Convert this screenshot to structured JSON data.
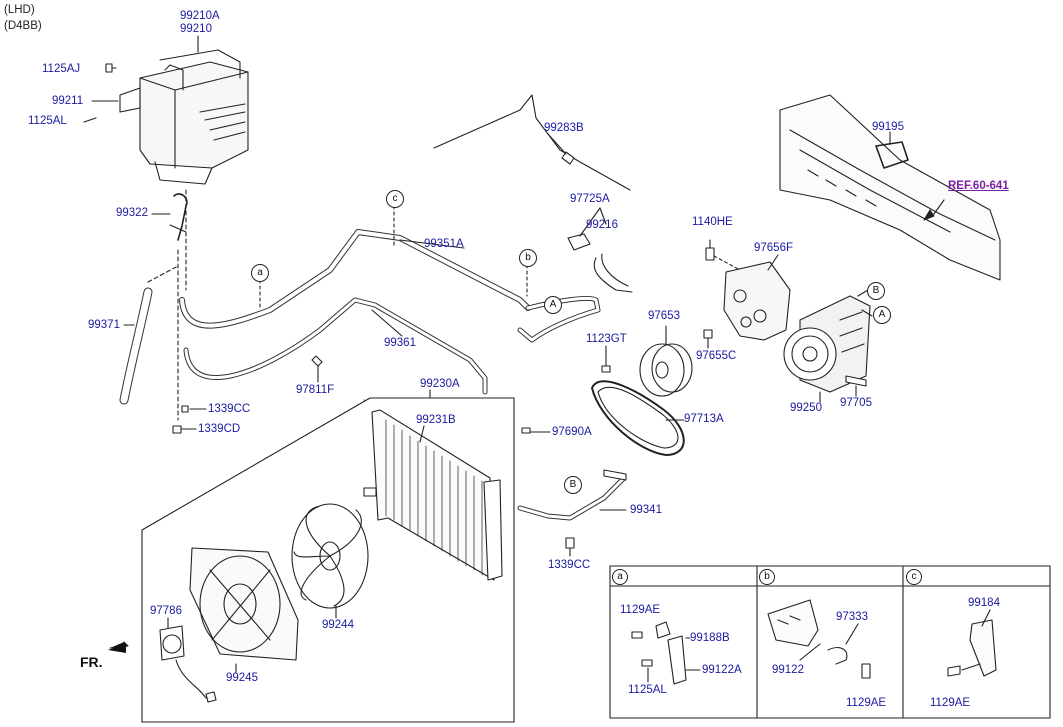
{
  "header": {
    "line1": "(LHD)",
    "line2": "(D4BB)"
  },
  "ref_link": "REF.60-641",
  "front_marker": "FR.",
  "callouts": {
    "a": "a",
    "b": "b",
    "c": "c",
    "A": "A",
    "B": "B"
  },
  "parts": {
    "p99210A": "99210A",
    "p99210": "99210",
    "p1125AJ": "1125AJ",
    "p99211": "99211",
    "p1125AL": "1125AL",
    "p99322": "99322",
    "p99371": "99371",
    "p1339CC_a": "1339CC",
    "p1339CD": "1339CD",
    "p99351A": "99351A",
    "p99361": "99361",
    "p97811F": "97811F",
    "p99283B": "99283B",
    "p97725A": "97725A",
    "p99216": "99216",
    "p99195": "99195",
    "p1140HE": "1140HE",
    "p97656F": "97656F",
    "p97653": "97653",
    "p1123GT": "1123GT",
    "p97655C": "97655C",
    "p99250": "99250",
    "p97705": "97705",
    "p97713A": "97713A",
    "p97690A": "97690A",
    "p99230A": "99230A",
    "p99231B": "99231B",
    "p99341": "99341",
    "p1339CC_b": "1339CC",
    "p99244": "99244",
    "p97786": "97786",
    "p99245": "99245"
  },
  "detail_a": {
    "tag": "a",
    "p1": "1129AE",
    "p2": "99188B",
    "p3": "99122A",
    "p4": "1125AL"
  },
  "detail_b": {
    "tag": "b",
    "p1": "97333",
    "p2": "99122",
    "p3": "1129AE"
  },
  "detail_c": {
    "tag": "c",
    "p1": "99184",
    "p2": "1129AE"
  }
}
